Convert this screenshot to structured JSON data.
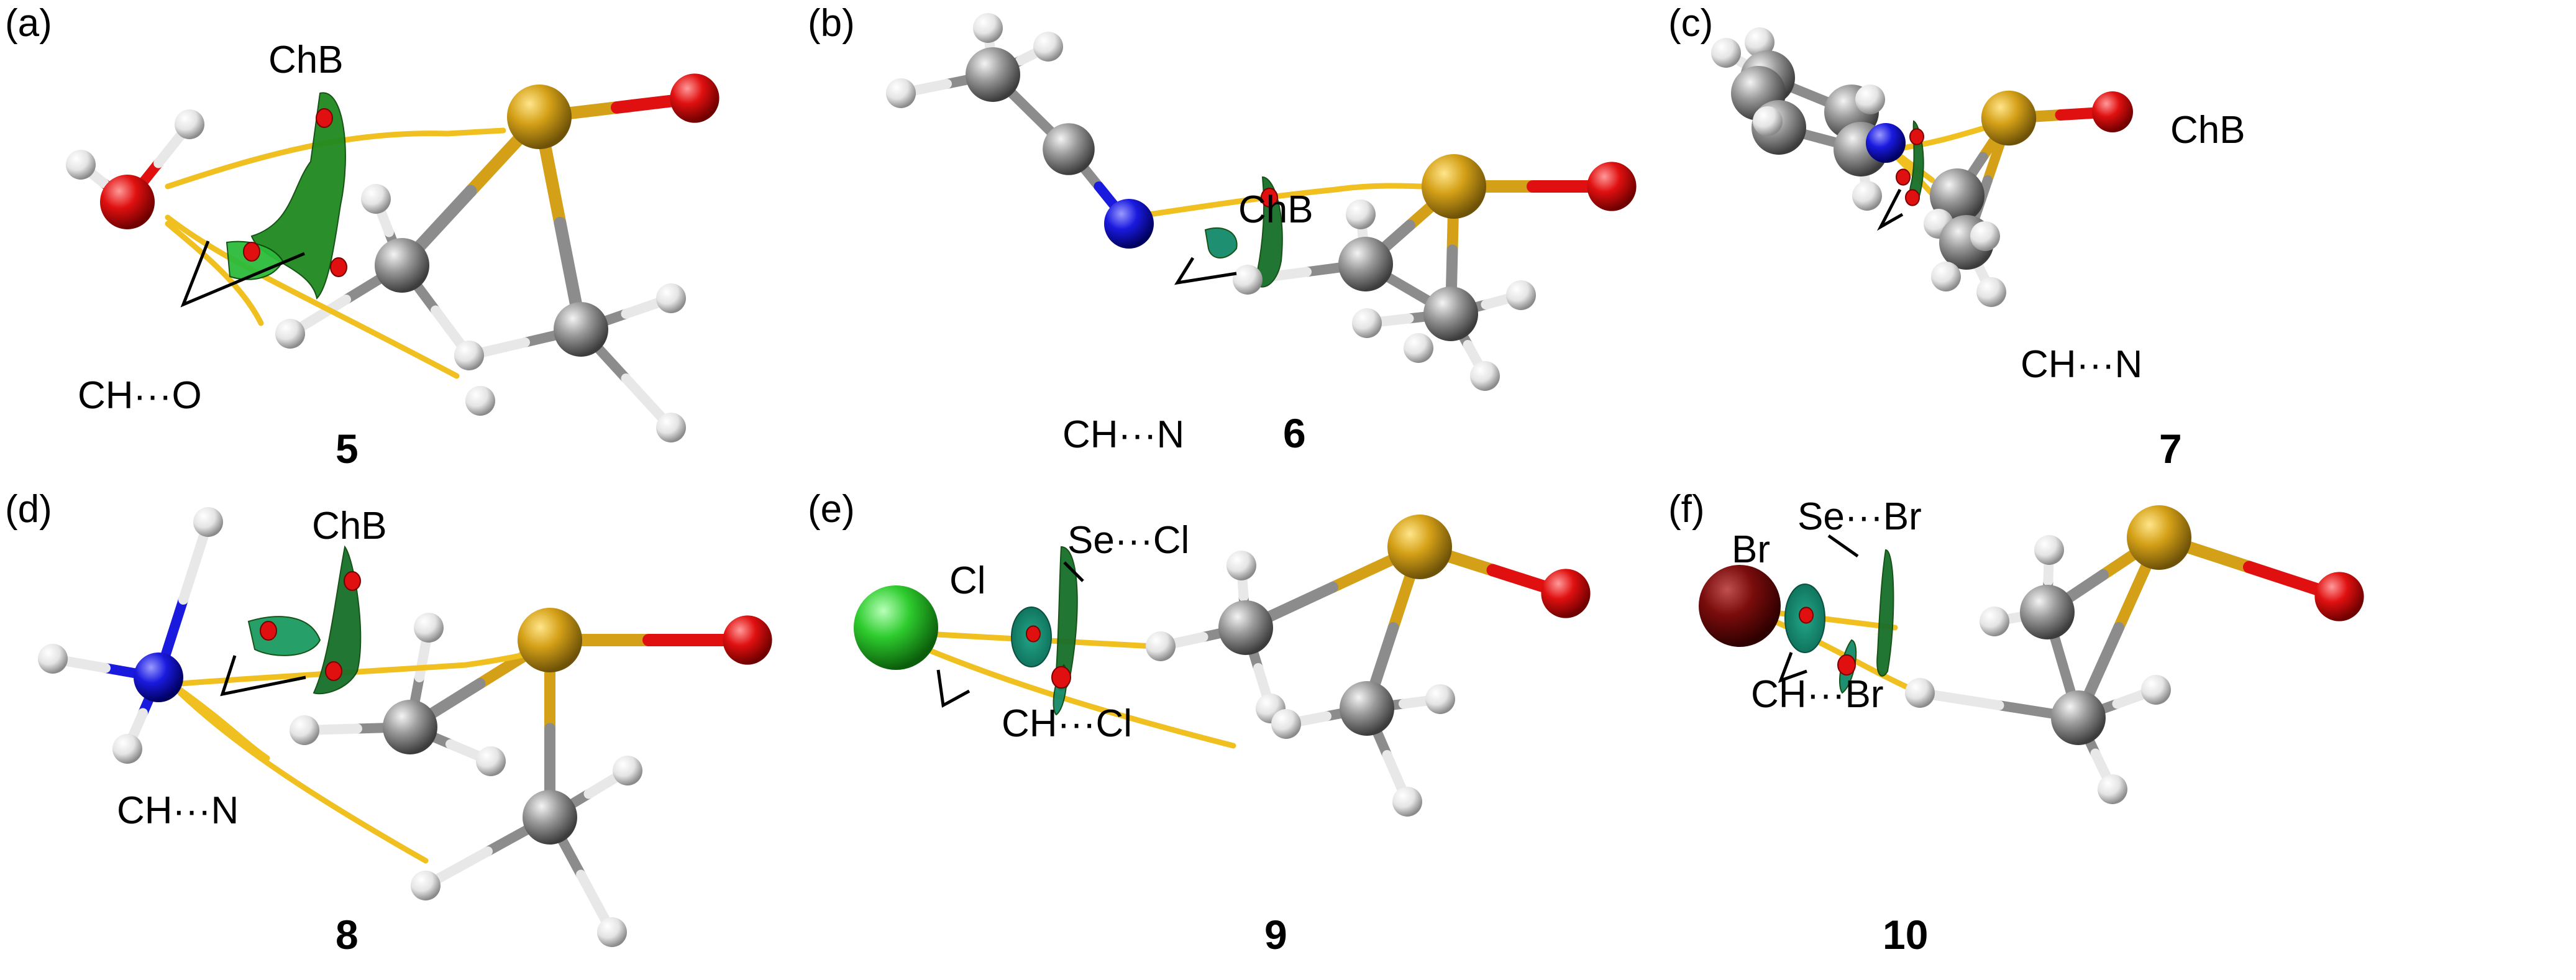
{
  "figure": {
    "colors": {
      "Se": "#d4a017",
      "O": "#e01010",
      "N": "#1a1adf",
      "C": "#8c8c8c",
      "H": "#e8e8e8",
      "Cl": "#2ecc2e",
      "Br": "#7a0c0c",
      "bond_path": "#f0c020",
      "bcp": "#e01010",
      "nci_green": "#1f8a1f",
      "nci_teal": "#148a6a"
    },
    "panels": [
      {
        "id": "a",
        "label": "(a)",
        "compound": "5",
        "partner_atom": "O",
        "annotations": [
          "ChB",
          "CH···O"
        ]
      },
      {
        "id": "b",
        "label": "(b)",
        "compound": "6",
        "partner_atom": "N",
        "annotations": [
          "ChB",
          "CH···N"
        ]
      },
      {
        "id": "c",
        "label": "(c)",
        "compound": "7",
        "partner_atom": "N",
        "annotations": [
          "ChB",
          "CH···N"
        ]
      },
      {
        "id": "d",
        "label": "(d)",
        "compound": "8",
        "partner_atom": "N",
        "annotations": [
          "ChB",
          "CH···N"
        ]
      },
      {
        "id": "e",
        "label": "(e)",
        "compound": "9",
        "partner_atom": "Cl",
        "atom_label": "Cl",
        "annotations": [
          "Se···Cl",
          "CH···Cl"
        ]
      },
      {
        "id": "f",
        "label": "(f)",
        "compound": "10",
        "partner_atom": "Br",
        "atom_label": "Br",
        "annotations": [
          "Se···Br",
          "CH···Br"
        ]
      }
    ]
  }
}
